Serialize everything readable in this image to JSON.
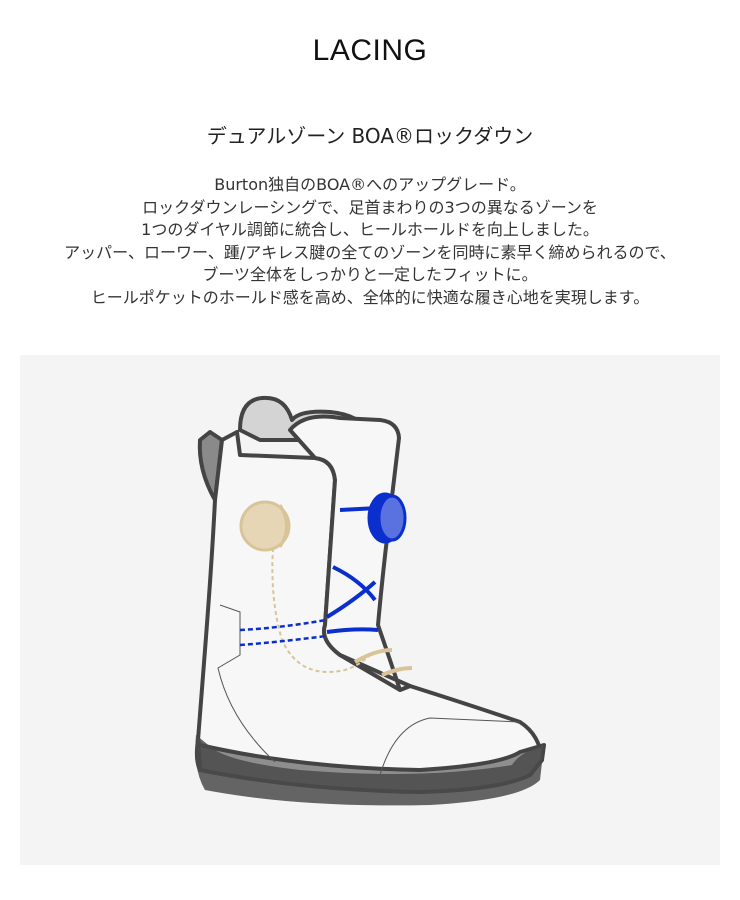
{
  "header": {
    "title": "LACING",
    "subtitle": "デュアルゾーン BOA®ロックダウン"
  },
  "description": {
    "lines": [
      "Burton独自のBOA®へのアップグレード。",
      "ロックダウンレーシングで、足首まわりの3つの異なるゾーンを",
      "1つのダイヤル調節に統合し、ヒールホールドを向上しました。",
      "アッパー、ローワー、踵/アキレス腱の全てのゾーンを同時に素早く締められるので、",
      "ブーツ全体をしっかりと一定したフィットに。",
      "ヒールポケットのホールド感を高め、全体的に快適な履き心地を実現します。"
    ]
  },
  "illustration": {
    "subject": "snowboard-boot-dual-zone-boa-lacing",
    "colors": {
      "panel_bg": "#f4f4f4",
      "outline": "#444444",
      "boot_fill": "#f7f7f7",
      "liner": "#d4d4d4",
      "sole": "#8e8e8e",
      "boa_lace": "#0a2fcc",
      "boa_dial": "#5a72e0",
      "heel_lock": "#d9c49a"
    }
  }
}
